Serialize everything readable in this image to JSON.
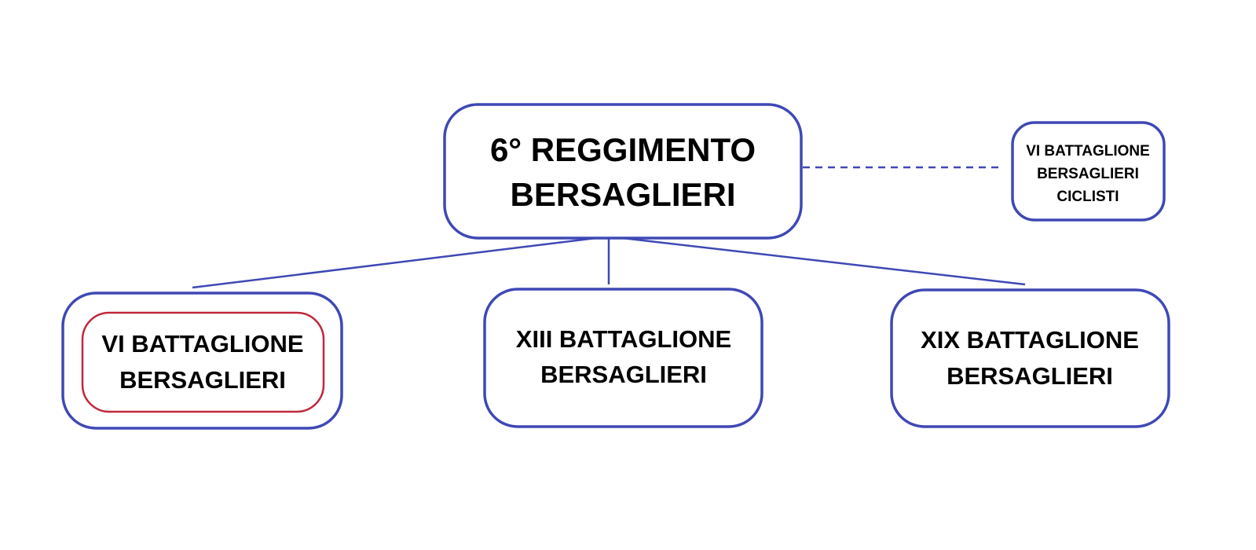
{
  "colors": {
    "box_border": "#3f48b5",
    "highlight_border": "#c0283a",
    "connector": "#3f48b5",
    "text": "#000000",
    "background": "#ffffff"
  },
  "nodes": {
    "regiment": {
      "lines": [
        "6° REGGIMENTO",
        "BERSAGLIERI"
      ]
    },
    "cyclists": {
      "lines": [
        "VI BATTAGLIONE",
        "BERSAGLIERI",
        "CICLISTI"
      ]
    },
    "battalion_vi": {
      "lines": [
        "VI BATTAGLIONE",
        "BERSAGLIERI"
      ],
      "highlighted": true
    },
    "battalion_xiii": {
      "lines": [
        "XIII BATTAGLIONE",
        "BERSAGLIERI"
      ]
    },
    "battalion_xix": {
      "lines": [
        "XIX BATTAGLIONE",
        "BERSAGLIERI"
      ]
    }
  },
  "edges": [
    {
      "from": "regiment",
      "to": "battalion_vi",
      "style": "solid"
    },
    {
      "from": "regiment",
      "to": "battalion_xiii",
      "style": "solid"
    },
    {
      "from": "regiment",
      "to": "battalion_xix",
      "style": "solid"
    },
    {
      "from": "regiment",
      "to": "cyclists",
      "style": "dashed"
    }
  ]
}
